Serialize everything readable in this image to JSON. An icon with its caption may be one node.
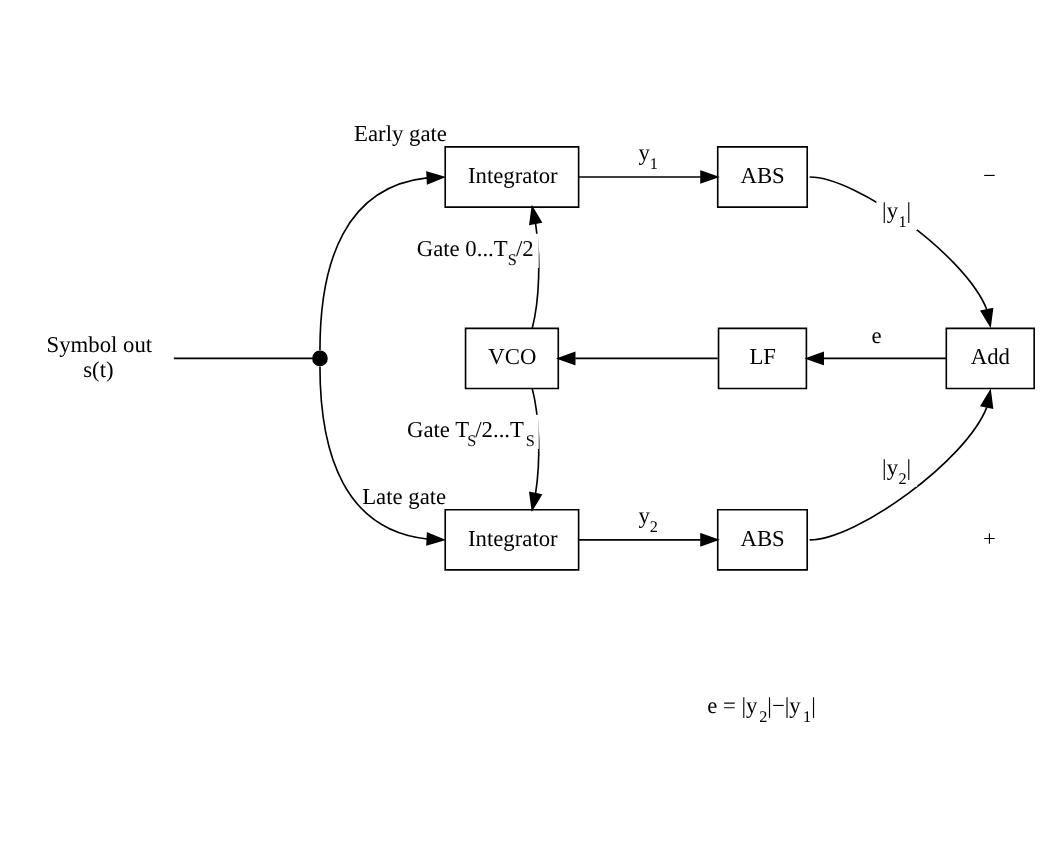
{
  "diagram": {
    "nodes": [
      {
        "text": [
          "Symbol out",
          "s(t)"
        ]
      },
      {
        "text": [],
        "shape": "circle"
      },
      {
        "text": [
          "Integrator"
        ],
        "beside": [
          "Early gate"
        ]
      },
      {
        "text": [
          "ABS"
        ]
      },
      {
        "text": [
          "VCO"
        ]
      },
      {
        "text": [
          "LF"
        ]
      },
      {
        "text": [
          "Add"
        ]
      },
      {
        "text": [
          "Integrator"
        ],
        "beside": [
          "Late gate"
        ]
      },
      {
        "text": [
          "ABS"
        ]
      }
    ],
    "edges": [
      {
        "from": 0,
        "to": 1,
        "arrow": "none"
      },
      {
        "from": 1,
        "to": 2,
        "arrow": "to"
      },
      {
        "from": 1,
        "to": 7,
        "arrow": "to"
      },
      {
        "from": 2,
        "to": 3,
        "arrow": "to",
        "label": "y$_{1}$"
      },
      {
        "from": 3,
        "to": 6,
        "arrow": "to",
        "label": "|y$_{1}$|"
      },
      {
        "from": 6,
        "to": 5,
        "arrow": "to",
        "label": "e"
      },
      {
        "from": 5,
        "to": 4,
        "arrow": "to"
      },
      {
        "from": 4,
        "to": 2,
        "arrow": "to",
        "label": "Gate 0...T$_{S}$/2"
      },
      {
        "from": 4,
        "to": 7,
        "arrow": "to",
        "label": "Gate T$_{S}$/2...T$_{S}$"
      },
      {
        "from": 7,
        "to": 8,
        "arrow": "to",
        "label": "y$_{2}$"
      },
      {
        "from": 8,
        "to": 6,
        "arrow": "to",
        "label": "|y$_{2}$|"
      }
    ],
    "labels": [
      "−",
      "+",
      "e = |y$_{2}$|−|y$_{1}$|"
    ]
  }
}
